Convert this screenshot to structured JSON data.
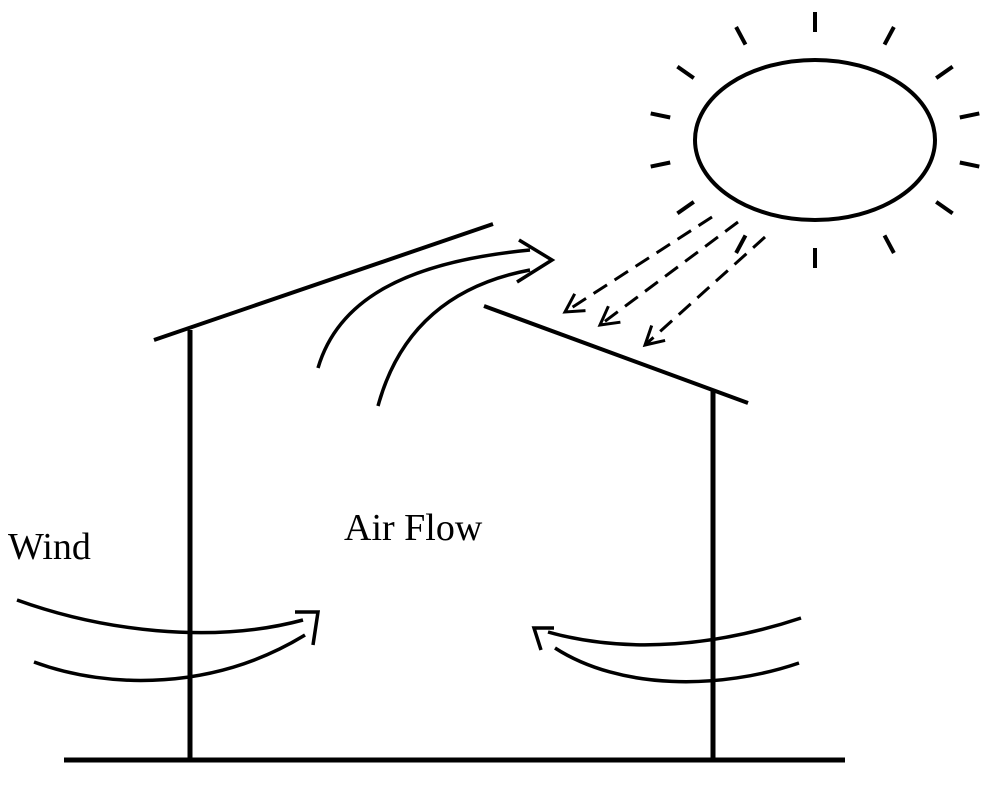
{
  "labels": {
    "wind": "Wind",
    "air_flow": "Air Flow"
  },
  "colors": {
    "stroke": "#000000",
    "background": "#ffffff"
  },
  "icons": [
    "sun-icon",
    "sun-ray",
    "solar-radiation-arrow",
    "wind-arrow",
    "air-flow-arrow"
  ]
}
